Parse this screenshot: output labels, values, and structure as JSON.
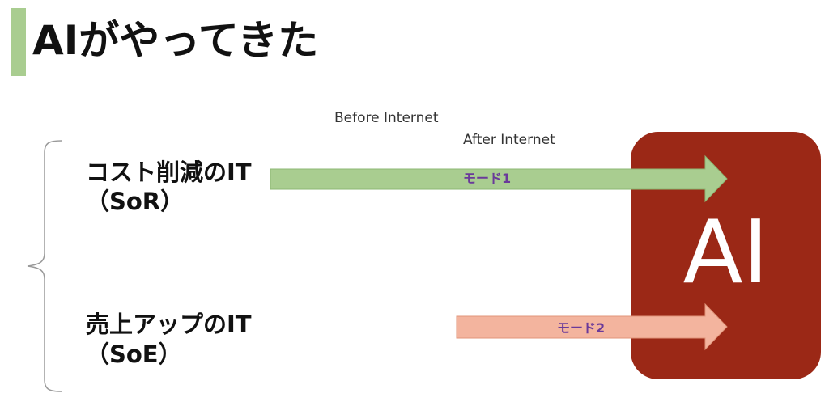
{
  "title": "AIがやってきた",
  "timeline": {
    "before_label": "Before Internet",
    "after_label": "After Internet"
  },
  "items": [
    {
      "main": "コスト削減のIT",
      "sub": "（SoR）"
    },
    {
      "main": "売上アップのIT",
      "sub": "（SoE）"
    }
  ],
  "arrows": [
    {
      "label": "モード1",
      "color": "#a9cd90",
      "stroke": "#8db874"
    },
    {
      "label": "モード2",
      "color": "#f3b49e",
      "stroke": "#e0957a"
    }
  ],
  "ai_box": {
    "label": "AI",
    "color": "#9b2816"
  },
  "colors": {
    "title_accent": "#a9cd90",
    "arrow_label": "#6a3a9a",
    "brace": "#9a9a9a"
  }
}
